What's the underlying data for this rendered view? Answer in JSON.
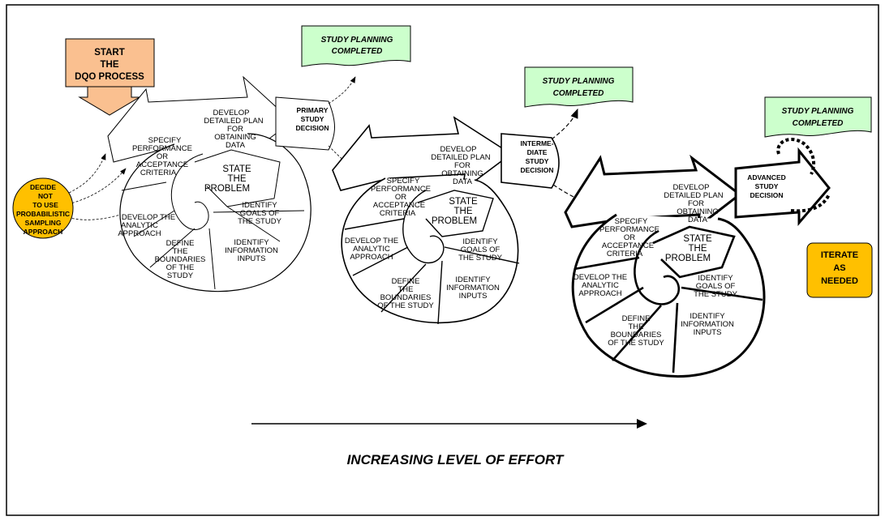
{
  "start_box": {
    "lines": [
      "START",
      "THE",
      "DQO PROCESS"
    ],
    "fill": "#FAC090"
  },
  "decide_circle": {
    "lines": [
      "DECIDE",
      "NOT",
      "TO USE",
      "PROBABILISTIC",
      "SAMPLING",
      "APPROACH"
    ],
    "fill": "#FFC000"
  },
  "iterate_box": {
    "lines": [
      "ITERATE",
      "AS",
      "NEEDED"
    ],
    "fill": "#FFC000"
  },
  "study_planning": {
    "lines": [
      "STUDY PLANNING",
      "COMPLETED"
    ],
    "fill": "#CCFFCC"
  },
  "decisions": {
    "primary": [
      "PRIMARY",
      "STUDY",
      "DECISION"
    ],
    "intermediate": [
      "INTERME-",
      "DIATE",
      "STUDY",
      "DECISION"
    ],
    "advanced": [
      "ADVANCED",
      "STUDY",
      "DECISION"
    ]
  },
  "steps": {
    "develop_plan": [
      "DEVELOP",
      "DETAILED PLAN",
      "FOR",
      "OBTAINING",
      "DATA"
    ],
    "specify": [
      "SPECIFY",
      "PERFORMANCE",
      "OR",
      "ACCEPTANCE",
      "CRITERIA"
    ],
    "state": [
      "STATE",
      "THE",
      "PROBLEM"
    ],
    "identify_goals": [
      "IDENTIFY",
      "GOALS OF",
      "THE STUDY"
    ],
    "develop_analytic": [
      "DEVELOP THE",
      "ANALYTIC",
      "APPROACH"
    ],
    "define_boundaries": [
      "DEFINE",
      "THE",
      "BOUNDARIES",
      "OF THE",
      "STUDY"
    ],
    "identify_inputs": [
      "IDENTIFY",
      "INFORMATION",
      "INPUTS"
    ]
  },
  "effort_label": "INCREASING LEVEL OF  EFFORT",
  "colors": {
    "border": "#000000",
    "green": "#CCFFCC",
    "orange": "#FAC090",
    "gold": "#FFC000"
  }
}
